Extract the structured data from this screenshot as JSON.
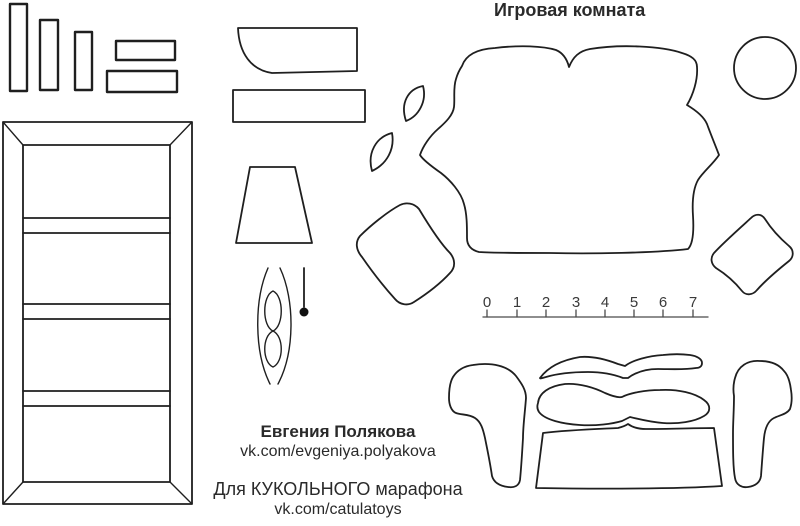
{
  "title": "Игровая комната",
  "credits": {
    "author_name": "Евгения Полякова",
    "author_link": "vk.com/evgeniya.polyakova",
    "marathon_text": "Для КУКОЛЬНОГО марафона",
    "marathon_link": "vk.com/catulatoys"
  },
  "ruler": {
    "marks": [
      "0",
      "1",
      "2",
      "3",
      "4",
      "5",
      "6",
      "7"
    ]
  },
  "colors": {
    "line": "#1f1f1f",
    "ruler": "#4a4a4a",
    "text": "#2a2a2a",
    "background": "#ffffff"
  },
  "pieces": [
    "plank-tall-1",
    "plank-tall-2",
    "plank-tall-3",
    "plank-wide-1",
    "plank-wide-2",
    "bookshelf-frame",
    "headboard-curved",
    "plank-long",
    "lampshade",
    "lamp-stand-scroll",
    "pin-marker",
    "sofa-back-panel",
    "leaf-small-1",
    "leaf-small-2",
    "pillow-left",
    "pillow-right",
    "circle-cushion",
    "armrest-left",
    "armrest-right",
    "sofa-top-roll",
    "sofa-bolster-cushion",
    "sofa-seat-base",
    "measure-ruler"
  ]
}
